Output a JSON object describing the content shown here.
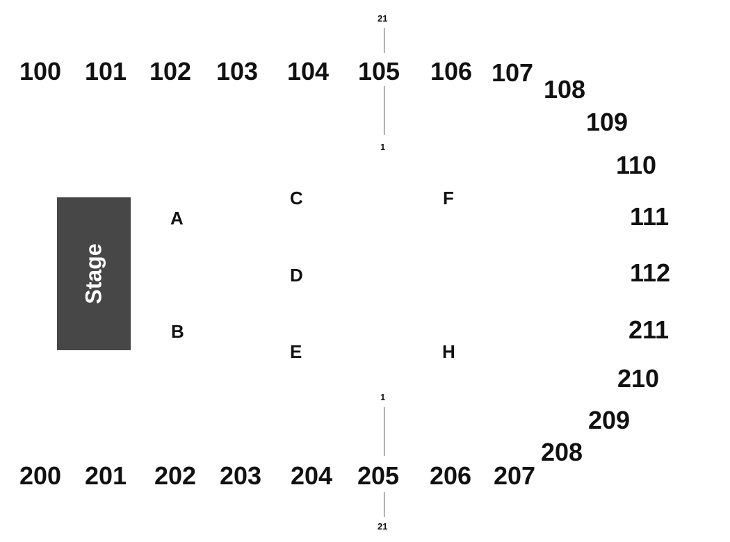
{
  "stage": {
    "label": "Stage",
    "color": "#474747"
  },
  "floor": {
    "A": "A",
    "B": "B",
    "C": "C",
    "D": "D",
    "E": "E",
    "F": "F",
    "H": "H"
  },
  "top_sections": [
    "100",
    "101",
    "102",
    "103",
    "104",
    "105",
    "106",
    "107",
    "108",
    "109",
    "110",
    "111",
    "112"
  ],
  "bottom_sections": [
    "200",
    "201",
    "202",
    "203",
    "204",
    "205",
    "206",
    "207",
    "208",
    "209",
    "210",
    "211"
  ],
  "row_markers": {
    "top_first": "21",
    "top_last": "1",
    "bottom_first": "1",
    "bottom_last": "21"
  }
}
